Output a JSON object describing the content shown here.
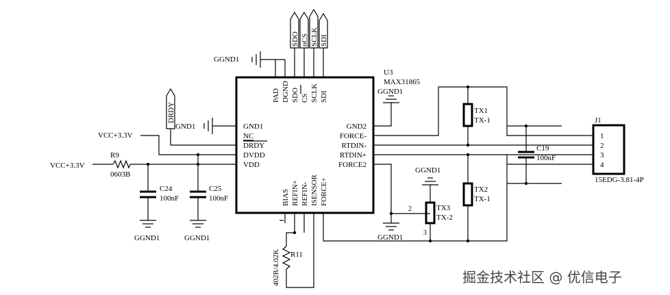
{
  "chip": {
    "ref": "U3",
    "part": "MAX31865",
    "left_pins": [
      "GND1",
      "NC",
      "DRDY",
      "DVDD",
      "VDD"
    ],
    "right_pins": [
      "GND2",
      "FORCE-",
      "RTDIN-",
      "RTDIN+",
      "FORCE2"
    ],
    "top_pins": [
      "PAD",
      "DGND",
      "SDO",
      "CS",
      "SCLK",
      "SDI"
    ],
    "bottom_pins": [
      "BIAS",
      "REFIN+",
      "REFIN-",
      "ISENSOR",
      "FORCE+"
    ]
  },
  "ports": {
    "top": [
      "SDO",
      "nCS",
      "SCLK",
      "SDI"
    ],
    "left": "DRDY"
  },
  "nets": {
    "vcc1": "VCC+3.3V",
    "vcc2": "VCC+3.3V",
    "ggnd": "GGND1",
    "gnd1": "GND1"
  },
  "components": {
    "r9": {
      "ref": "R9",
      "value": "0603B"
    },
    "c24": {
      "ref": "C24",
      "value": "100nF"
    },
    "c25": {
      "ref": "C25",
      "value": "100nF"
    },
    "c19": {
      "ref": "C19",
      "value": "100nF"
    },
    "r11": {
      "ref": "R11",
      "value": "402R/4.02K"
    },
    "tx1": {
      "ref": "TX1",
      "value": "TX-1"
    },
    "tx2": {
      "ref": "TX2",
      "value": "TX-1"
    },
    "tx3": {
      "ref": "TX3",
      "value": "TX-2",
      "pin2": "2",
      "pin3": "3"
    },
    "j1": {
      "ref": "J1",
      "value": "15EDG-3.81-4P",
      "pins": [
        "1",
        "2",
        "3",
        "4"
      ]
    }
  },
  "ground_labels": {
    "top": "GGND1",
    "gnd2": "GGND1",
    "c24": "GGND1",
    "c25": "GGND1",
    "tx3": "GGND1",
    "bottom": "GGND1"
  },
  "watermark": "掘金技术社区 @ 优信电子"
}
